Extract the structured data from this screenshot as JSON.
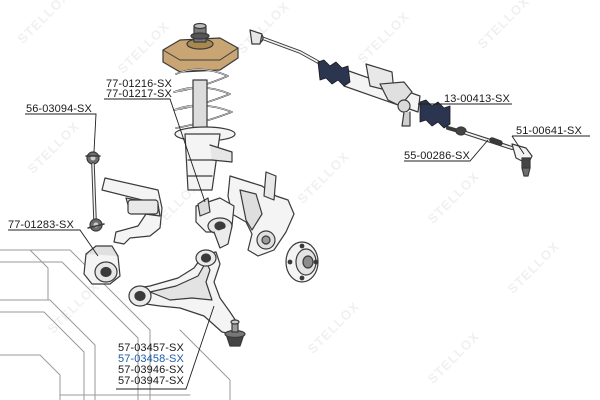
{
  "watermark": {
    "text_a": "STELLOX",
    "text_b": "STELLOX",
    "color": "#000000"
  },
  "colors": {
    "part_fill": "#f4f4f4",
    "part_stroke": "#3a3a3a",
    "boot_fill": "#2b3550",
    "strut_mount_fill": "#c9a574",
    "leader": "#1f1f1f",
    "highlight": "#1d5ca8"
  },
  "labels": {
    "strut_a": "77-01216-SX",
    "strut_b": "77-01217-SX",
    "link_rod": "56-03094-SX",
    "arm_bushing": "77-01283-SX",
    "steering_rack": "13-00413-SX",
    "tie_rod_end": "51-00641-SX",
    "axial_rod": "55-00286-SX",
    "arm_1": "57-03457-SX",
    "arm_2": "57-03458-SX",
    "arm_3": "57-03946-SX",
    "arm_4": "57-03947-SX"
  }
}
